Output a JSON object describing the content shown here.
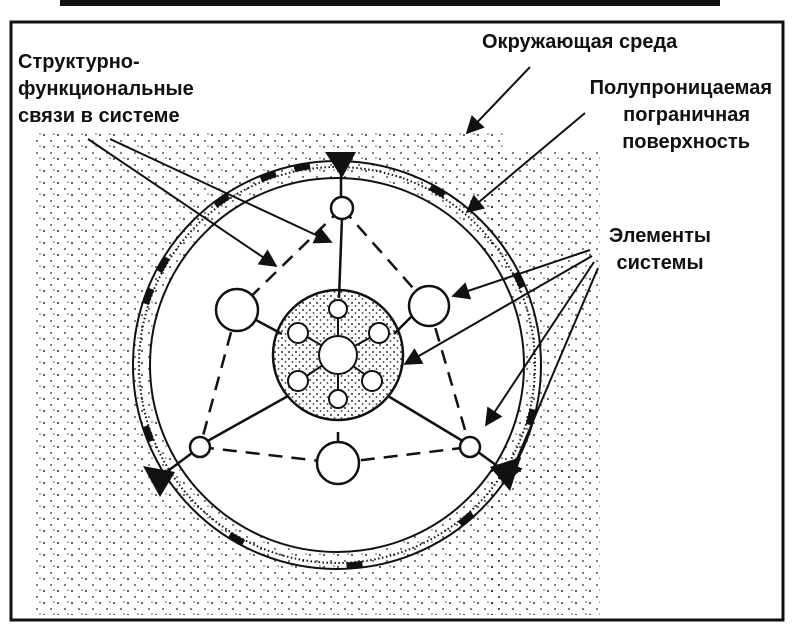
{
  "labels": {
    "environment": "Окружающая среда",
    "links_line1": "Структурно-",
    "links_line2": "функциональные",
    "links_line3": "связи в системе",
    "surface_line1": "Полупроницаемая",
    "surface_line2": "пограничная",
    "surface_line3": "поверхность",
    "elements_line1": "Элементы",
    "elements_line2": "системы"
  },
  "colors": {
    "ink": "#111111",
    "background": "#ffffff",
    "dots": "#2a2a2a"
  }
}
